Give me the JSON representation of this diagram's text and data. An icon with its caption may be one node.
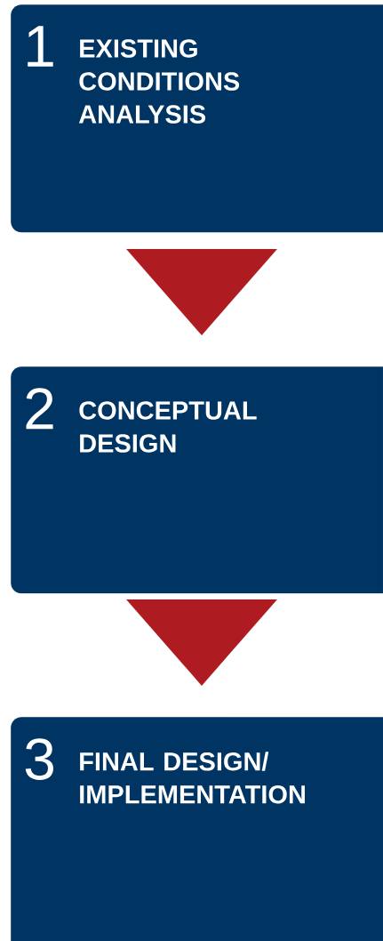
{
  "diagram": {
    "nodes": [
      {
        "text": [
          "1",
          "EXISTING CONDITIONS ANALYSIS"
        ]
      },
      {
        "text": [
          "2",
          "CONCEPTUAL DESIGN"
        ]
      },
      {
        "text": [
          "3",
          "FINAL DESIGN/ IMPLEMENTATION"
        ]
      }
    ],
    "edges": [
      {
        "from": 0,
        "to": 1,
        "arrow": "to",
        "color": "#ae1b21"
      },
      {
        "from": 1,
        "to": 2,
        "arrow": "to",
        "color": "#ae1b21"
      }
    ]
  }
}
